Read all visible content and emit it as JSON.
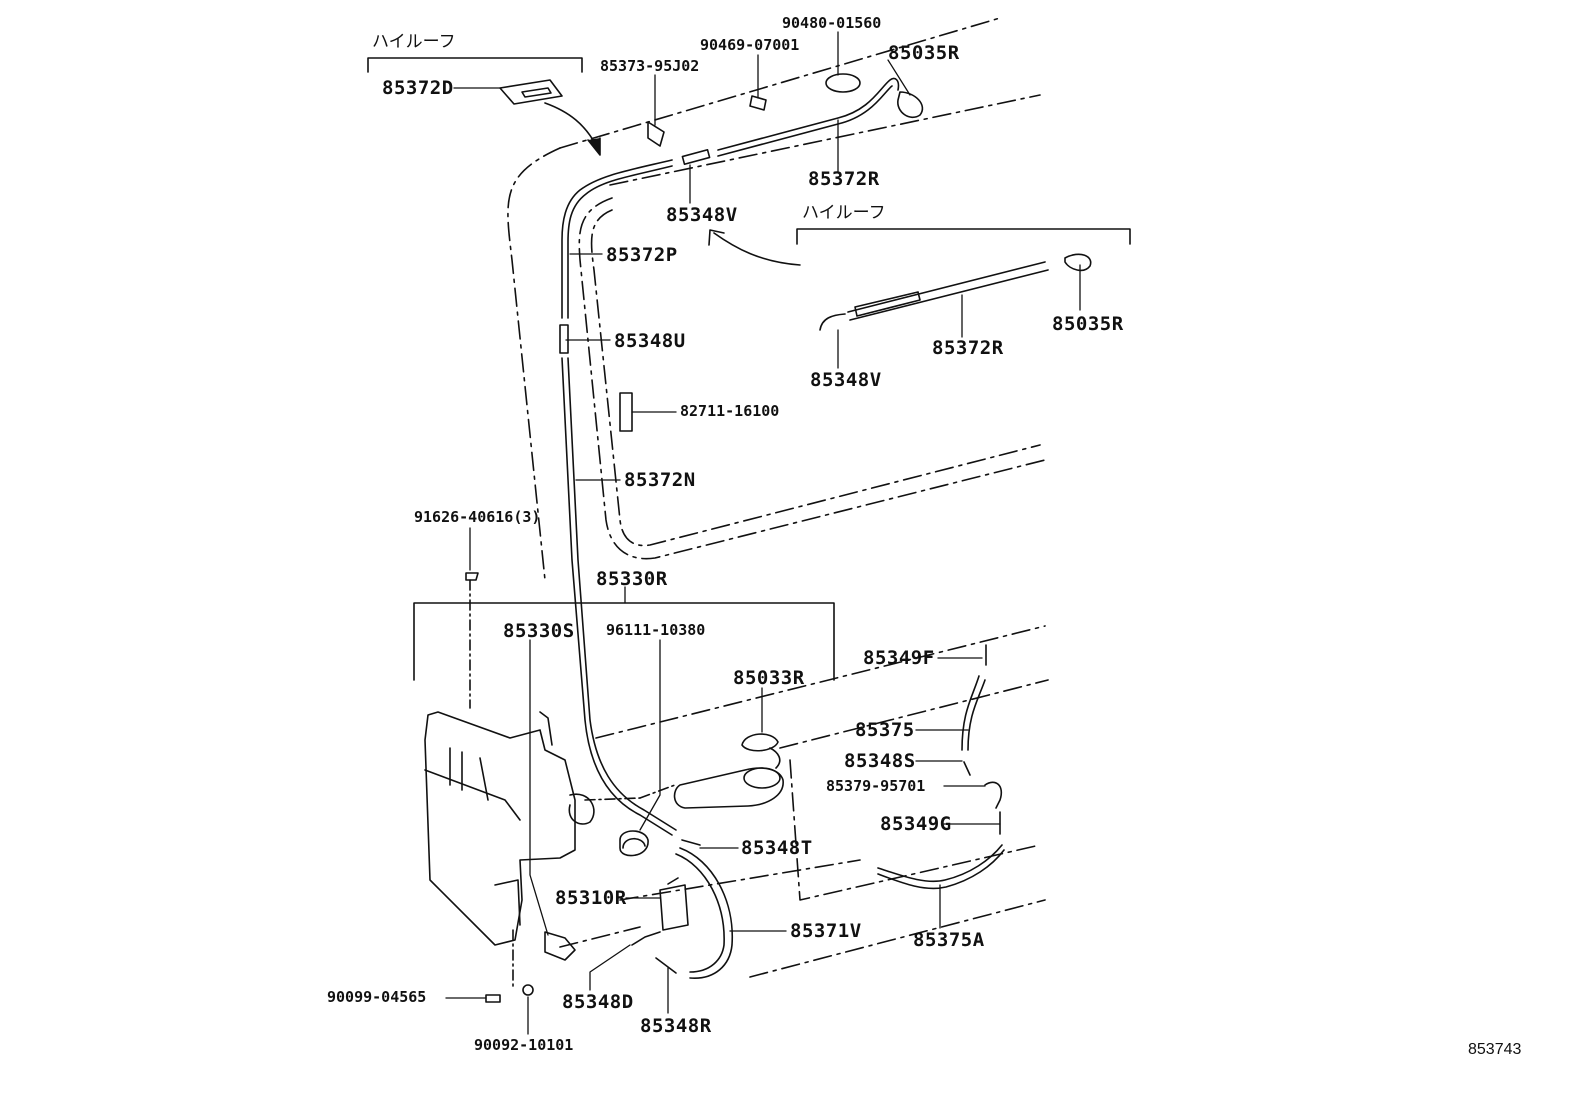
{
  "labels": {
    "hiroof_left": "ハイルーフ",
    "hiroof_right": "ハイルーフ",
    "p85372D": "85372D",
    "p85373_95J02": "85373-95J02",
    "p90469_07001": "90469-07001",
    "p90480_01560": "90480-01560",
    "p85035R_top": "85035R",
    "p85372R_top": "85372R",
    "p85348V_top": "85348V",
    "p85372P": "85372P",
    "p85348U": "85348U",
    "p82711_16100": "82711-16100",
    "p85372N": "85372N",
    "p85372R_right": "85372R",
    "p85035R_right": "85035R",
    "p85348V_right": "85348V",
    "p91626_40616": "91626-40616(3)",
    "p85330R": "85330R",
    "p85330S": "85330S",
    "p96111_10380": "96111-10380",
    "p85033R": "85033R",
    "p85349F": "85349F",
    "p85375": "85375",
    "p85348S": "85348S",
    "p85379_95701": "85379-95701",
    "p85349G": "85349G",
    "p85348T": "85348T",
    "p85310R": "85310R",
    "p85371V": "85371V",
    "p85375A": "85375A",
    "p85348D": "85348D",
    "p85348R": "85348R",
    "p90099_04565": "90099-04565",
    "p90092_10101": "90092-10101",
    "diagram_id": "853743"
  }
}
